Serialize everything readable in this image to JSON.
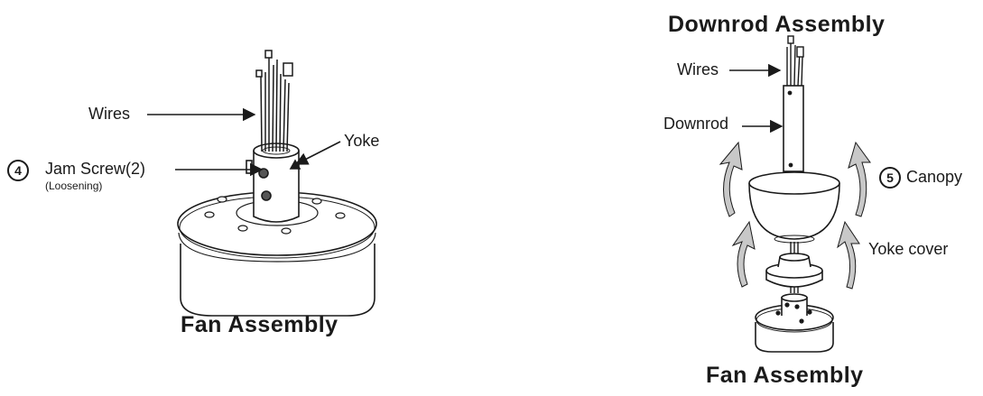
{
  "left": {
    "title": "Fan Assembly",
    "wires_label": "Wires",
    "yoke_label": "Yoke",
    "step_number": "4",
    "jam_screw_label": "Jam Screw(2)",
    "jam_screw_note": "(Loosening)"
  },
  "right": {
    "title_top": "Downrod Assembly",
    "title_bottom": "Fan Assembly",
    "wires_label": "Wires",
    "downrod_label": "Downrod",
    "step_number": "5",
    "canopy_label": "Canopy",
    "yoke_cover_label": "Yoke cover"
  },
  "colors": {
    "line": "#1a1a1a",
    "arrow_fill": "#c8c8c8"
  }
}
